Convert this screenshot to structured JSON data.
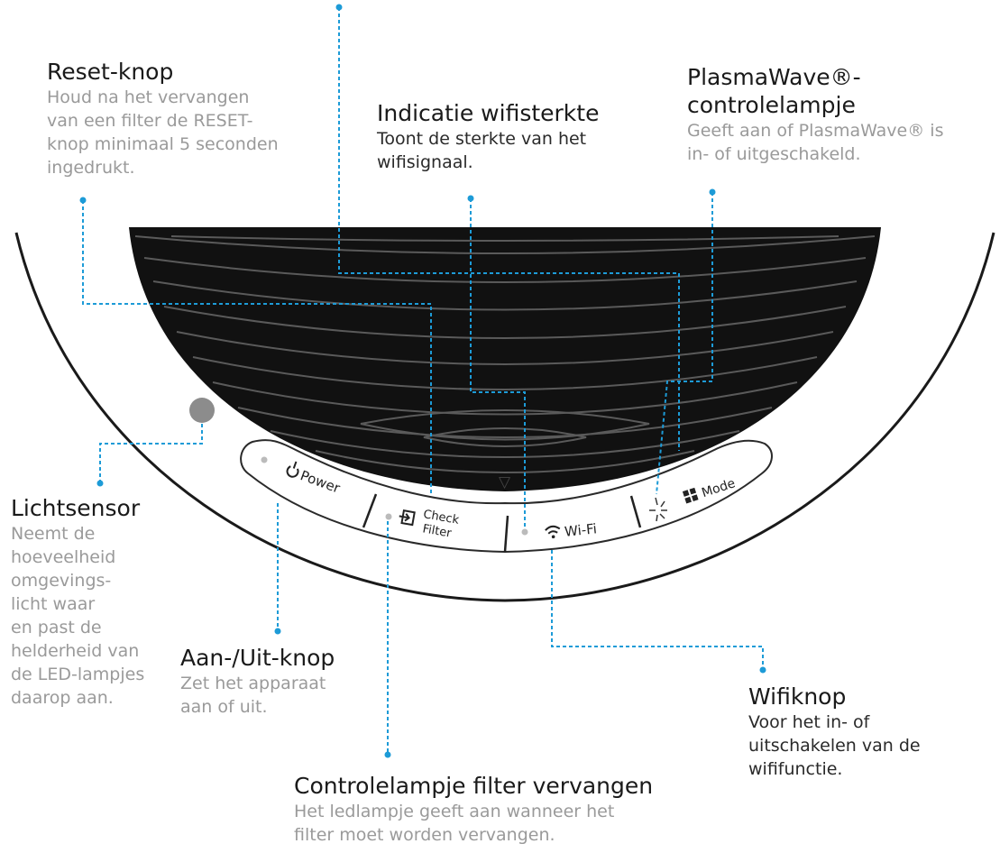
{
  "callouts": {
    "reset": {
      "title": "Reset-knop",
      "desc": [
        "Houd na het vervangen",
        "van een filter de RESET-",
        "knop minimaal 5 seconden",
        "ingedrukt."
      ]
    },
    "wifi_strength": {
      "title": "Indicatie wifisterkte",
      "desc": [
        "Toont de sterkte van het",
        "wifisignaal."
      ]
    },
    "plasmawave": {
      "title": [
        "PlasmaWave®-",
        "controlelampje"
      ],
      "desc": [
        "Geeft aan of PlasmaWave® is",
        "in- of uitgeschakeld."
      ]
    },
    "light_sensor": {
      "title": "Lichtsensor",
      "desc": [
        "Neemt de",
        "hoeveelheid",
        "omgevings-",
        "licht waar",
        "en past de",
        "helderheid van",
        "de LED-lampjes",
        "daarop aan."
      ]
    },
    "power": {
      "title": "Aan-/Uit-knop",
      "desc": [
        "Zet het apparaat",
        "aan of uit."
      ]
    },
    "wifi_button": {
      "title": "Wifiknop",
      "desc": [
        "Voor het in- of",
        "uitschakelen van de",
        "wififunctie."
      ]
    },
    "filter": {
      "title": "Controlelampje filter vervangen",
      "desc": [
        "Het ledlampje geeft aan wanneer het",
        "filter moet worden vervangen."
      ]
    }
  },
  "panel_labels": {
    "power": "Power",
    "check": "Check",
    "filter": "Filter",
    "wifi": "Wi-Fi",
    "mode": "Mode",
    "arrow": "▽"
  },
  "colors": {
    "leader": "#1d9bd7",
    "grille": "#111111",
    "body_outline": "#1a1a1a"
  }
}
